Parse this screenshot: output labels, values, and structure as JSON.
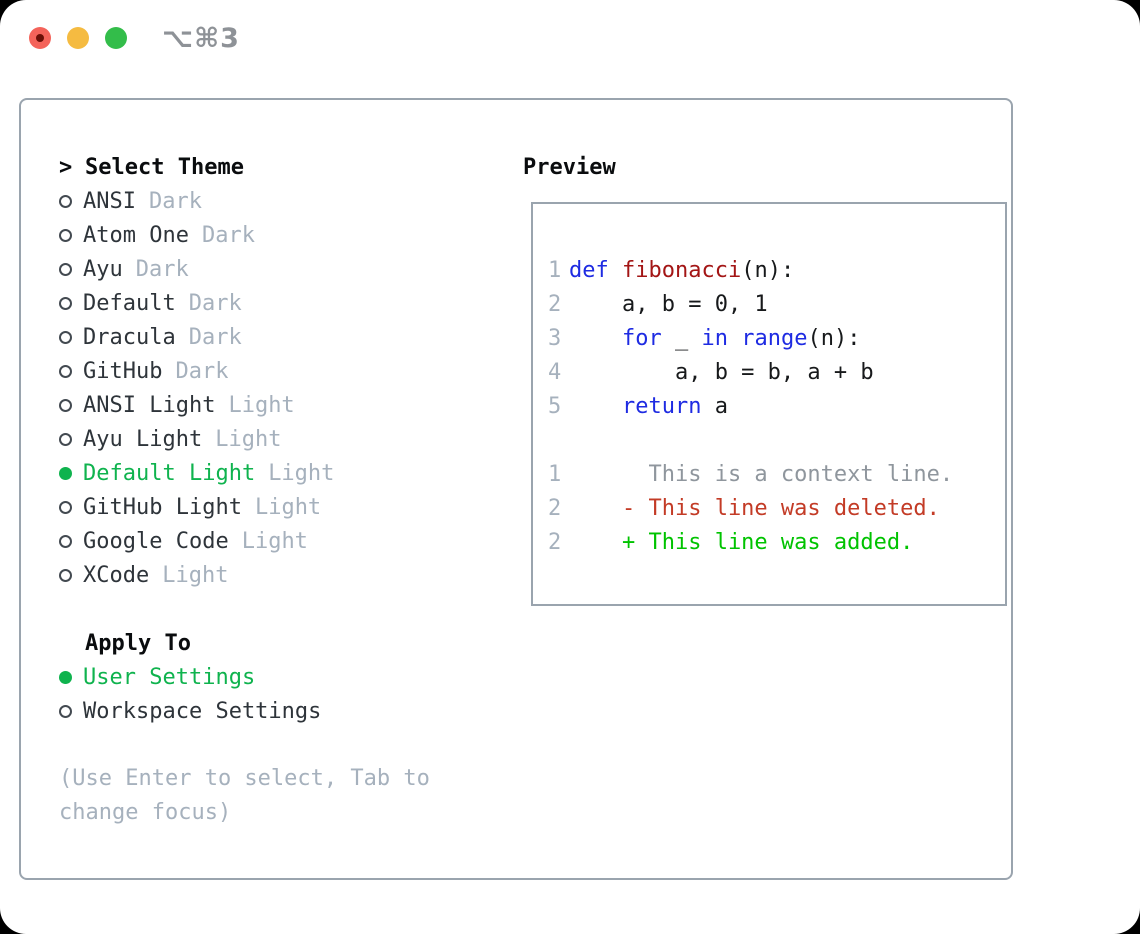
{
  "titlebar": {
    "title": "⌥⌘3",
    "lights": [
      {
        "name": "close",
        "color": "#f4635a"
      },
      {
        "name": "minimize",
        "color": "#f5bb41"
      },
      {
        "name": "zoom",
        "color": "#33bd4a"
      }
    ]
  },
  "colors": {
    "selection_green": "#0fb34e",
    "diff_added_green": "#00c300",
    "diff_deleted_red": "#c33b26",
    "keyword_blue": "#1e2be2",
    "function_darkred": "#a31515",
    "muted_gray": "#a6b1bd",
    "border_gray": "#9aa4ae"
  },
  "theme_select": {
    "header_prefix": ">",
    "header": "Select Theme",
    "items": [
      {
        "name": "ANSI",
        "badge": "Dark",
        "selected": false
      },
      {
        "name": "Atom One",
        "badge": "Dark",
        "selected": false
      },
      {
        "name": "Ayu",
        "badge": "Dark",
        "selected": false
      },
      {
        "name": "Default",
        "badge": "Dark",
        "selected": false
      },
      {
        "name": "Dracula",
        "badge": "Dark",
        "selected": false
      },
      {
        "name": "GitHub",
        "badge": "Dark",
        "selected": false
      },
      {
        "name": "ANSI Light",
        "badge": "Light",
        "selected": false
      },
      {
        "name": "Ayu Light",
        "badge": "Light",
        "selected": false
      },
      {
        "name": "Default Light",
        "badge": "Light",
        "selected": true
      },
      {
        "name": "GitHub Light",
        "badge": "Light",
        "selected": false
      },
      {
        "name": "Google Code",
        "badge": "Light",
        "selected": false
      },
      {
        "name": "XCode",
        "badge": "Light",
        "selected": false
      }
    ]
  },
  "apply_to": {
    "header": "Apply To",
    "options": [
      {
        "label": "User Settings",
        "selected": true
      },
      {
        "label": "Workspace Settings",
        "selected": false
      }
    ]
  },
  "help_text": "(Use Enter to select, Tab to change focus)",
  "preview": {
    "header": "Preview",
    "code_lines": [
      {
        "num": "1",
        "tokens": [
          [
            "tok-k",
            "def"
          ],
          [
            "tok-p",
            " "
          ],
          [
            "tok-f",
            "fibonacci"
          ],
          [
            "tok-p",
            "(n):"
          ]
        ]
      },
      {
        "num": "2",
        "tokens": [
          [
            "tok-p",
            "    a, b = 0, 1"
          ]
        ]
      },
      {
        "num": "3",
        "tokens": [
          [
            "tok-p",
            "    "
          ],
          [
            "tok-k",
            "for"
          ],
          [
            "tok-p",
            " _ "
          ],
          [
            "tok-k",
            "in"
          ],
          [
            "tok-p",
            " "
          ],
          [
            "tok-k",
            "range"
          ],
          [
            "tok-p",
            "(n):"
          ]
        ]
      },
      {
        "num": "4",
        "tokens": [
          [
            "tok-p",
            "        a, b = b, a + b"
          ]
        ]
      },
      {
        "num": "5",
        "tokens": [
          [
            "tok-p",
            "    "
          ],
          [
            "tok-k",
            "return"
          ],
          [
            "tok-p",
            " a"
          ]
        ]
      }
    ],
    "diff_lines": [
      {
        "num": "1",
        "type": "context",
        "text": "      This is a context line."
      },
      {
        "num": "2",
        "type": "deleted",
        "text": "    - This line was deleted."
      },
      {
        "num": "2",
        "type": "added",
        "text": "    + This line was added."
      }
    ]
  }
}
